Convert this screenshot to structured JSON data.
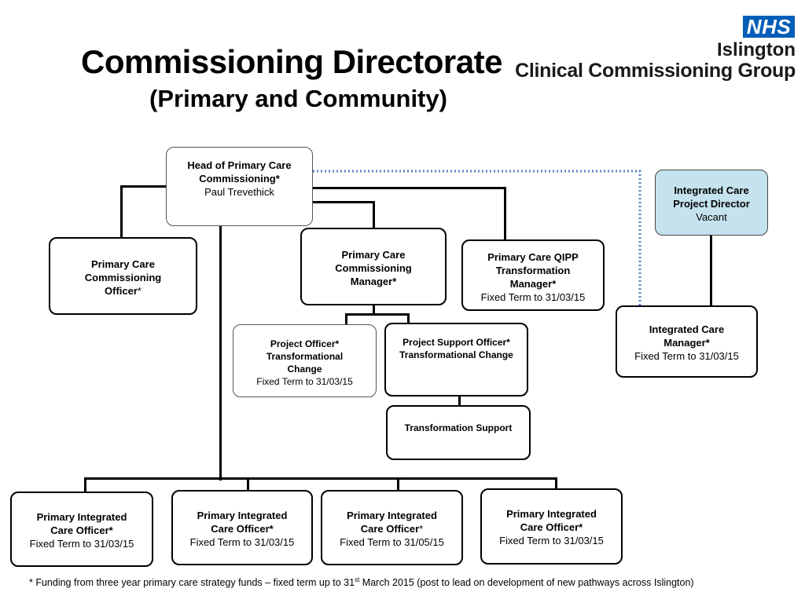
{
  "header": {
    "title": "Commissioning Directorate",
    "subtitle": "(Primary and Community)"
  },
  "logo": {
    "badge": "NHS",
    "org_name": "Islington",
    "org_group": "Clinical Commissioning Group",
    "badge_color": "#005EB8"
  },
  "nodes": {
    "head": {
      "title": "Head of Primary  Care Commissioning*",
      "name": "Paul Trevethick"
    },
    "pc_officer": {
      "title": "Primary Care Commissioning Officer",
      "suffix": "*"
    },
    "pc_manager": {
      "title": "Primary Care Commissioning Manager*"
    },
    "qipp": {
      "title": "Primary Care QIPP Transformation Manager*",
      "term": "Fixed Term to 31/03/15"
    },
    "ic_director": {
      "title": "Integrated Care Project Director",
      "status": "Vacant",
      "color": "#c5e3ee"
    },
    "ic_manager": {
      "title": "Integrated Care Manager*",
      "term": "Fixed Term to 31/03/15"
    },
    "project_officer": {
      "title": "Project Officer* Transformational Change",
      "term": "Fixed Term to 31/03/15"
    },
    "project_support": {
      "title": "Project  Support Officer* Transformational Change"
    },
    "transformation_support": {
      "title": "Transformation Support"
    },
    "pico1": {
      "title": "Primary Integrated Care Officer*",
      "term": "Fixed Term to 31/03/15"
    },
    "pico2": {
      "title": "Primary Integrated Care Officer*",
      "term": "Fixed Term to 31/03/15"
    },
    "pico3": {
      "title": "Primary Integrated Care Officer",
      "suffix": "*",
      "term": "Fixed Term to 31/05/15"
    },
    "pico4": {
      "title": "Primary Integrated Care Officer*",
      "term": "Fixed Term to 31/03/15"
    }
  },
  "footnote": {
    "text_before": "* Funding from three year primary care strategy funds – fixed term up to 31",
    "superscript": "st",
    "text_after": " March 2015 (post to lead on development of new pathways across Islington)"
  }
}
